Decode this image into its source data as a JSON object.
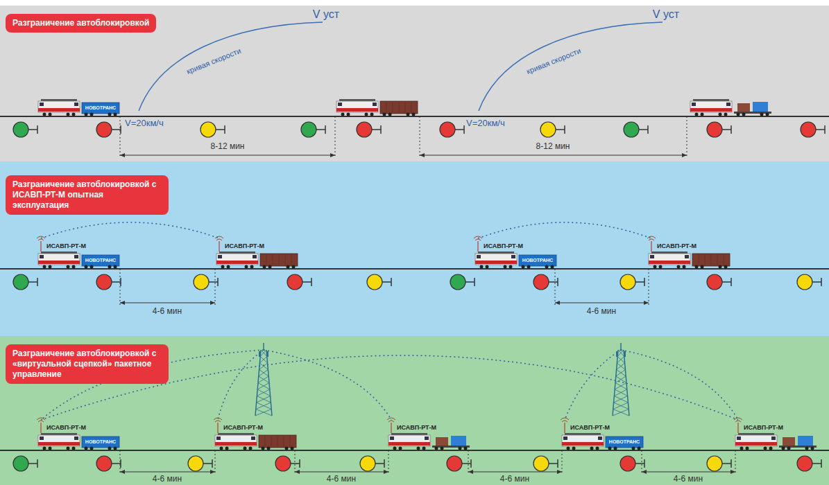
{
  "diagram": {
    "nodes": [
      {
        "text": [
          "Разграничение автоблокировкой"
        ]
      },
      {
        "text": [
          "Разграничение автоблокировкой с ИСАВП-РТ-М опытная эксплуатация"
        ]
      },
      {
        "text": [
          "Разграничение автоблокировкой с «виртуальной сцепкой» пакетное управление"
        ]
      }
    ],
    "labels": [
      "V уст",
      "кривая скорости",
      "V=20км/ч",
      "V уст",
      "кривая скорости",
      "V=20км/ч",
      "НОВОТРАНС",
      "8-12 мин",
      "8-12 мин",
      "ИСАВП-РТ-М",
      "НОВОТРАНС",
      "ИСАВП-РТ-М",
      "4-6 мин",
      "ИСАВП-РТ-М",
      "НОВОТРАНС",
      "ИСАВП-РТ-М",
      "4-6 мин",
      "ИСАВП-РТ-М",
      "НОВОТРАНС",
      "ИСАВП-РТ-М",
      "ИСАВП-РТ-М",
      "ИСАВП-РТ-М",
      "НОВОТРАНС",
      "ИСАВП-РТ-М",
      "4-6 мин",
      "4-6 мин",
      "4-6 мин",
      "4-6 мин"
    ]
  }
}
